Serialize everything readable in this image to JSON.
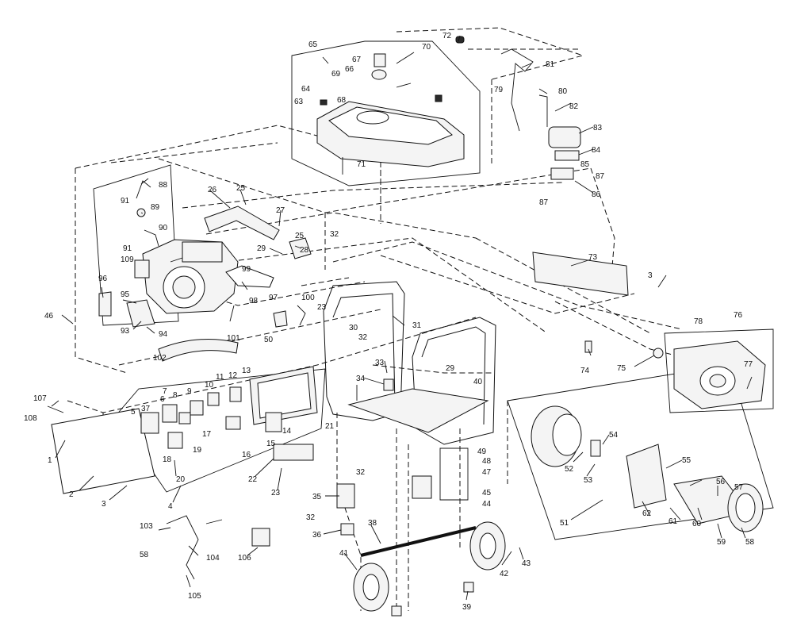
{
  "callouts": [
    "1",
    "2",
    "3",
    "3",
    "4",
    "5",
    "6",
    "7",
    "8",
    "9",
    "10",
    "11",
    "12",
    "13",
    "14",
    "15",
    "16",
    "17",
    "18",
    "19",
    "20",
    "21",
    "22",
    "23",
    "23",
    "25",
    "25",
    "26",
    "27",
    "28",
    "29",
    "29",
    "30",
    "31",
    "32",
    "32",
    "32",
    "32",
    "33",
    "34",
    "35",
    "36",
    "37",
    "38",
    "39",
    "40",
    "41",
    "42",
    "43",
    "44",
    "45",
    "46",
    "47",
    "48",
    "49",
    "50",
    "51",
    "52",
    "53",
    "54",
    "55",
    "56",
    "57",
    "58",
    "58",
    "59",
    "60",
    "61",
    "62",
    "63",
    "64",
    "65",
    "66",
    "67",
    "68",
    "69",
    "70",
    "71",
    "72",
    "73",
    "74",
    "75",
    "76",
    "77",
    "78",
    "79",
    "80",
    "81",
    "82",
    "83",
    "84",
    "85",
    "86",
    "87",
    "87",
    "88",
    "89",
    "90",
    "91",
    "91",
    "93",
    "94",
    "95",
    "96",
    "97",
    "98",
    "99",
    "100",
    "101",
    "102",
    "103",
    "104",
    "105",
    "106",
    "107",
    "108",
    "109"
  ],
  "colors": {
    "ink": "#111111",
    "paper": "#ffffff",
    "fill": "#f4f4f4"
  }
}
